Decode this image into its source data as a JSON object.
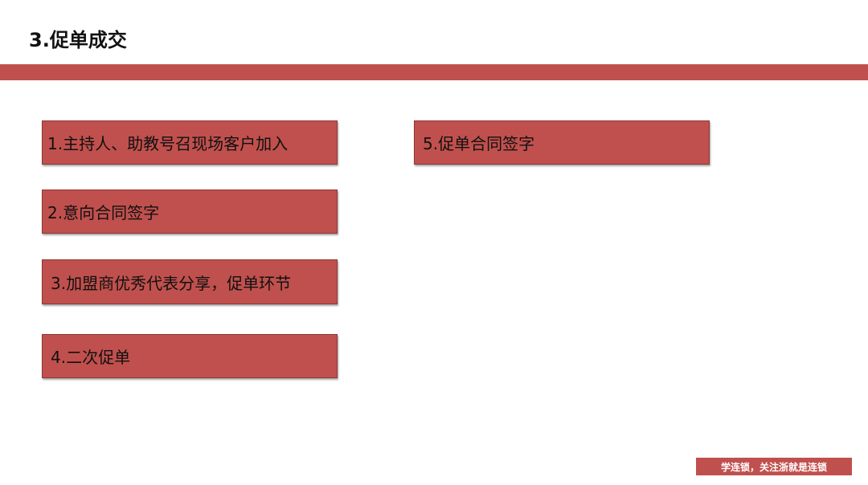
{
  "slide": {
    "title": "3.促单成交"
  },
  "steps": [
    "1.主持人、助教号召现场客户加入",
    "2.意向合同签字",
    "3.加盟商优秀代表分享，促单环节",
    "4.二次促单",
    "5.促单合同签字"
  ],
  "footer": {
    "text": "学连锁，关注浙就是连锁"
  },
  "colors": {
    "accent": "#c0504d",
    "text": "#111111",
    "background": "#ffffff"
  }
}
